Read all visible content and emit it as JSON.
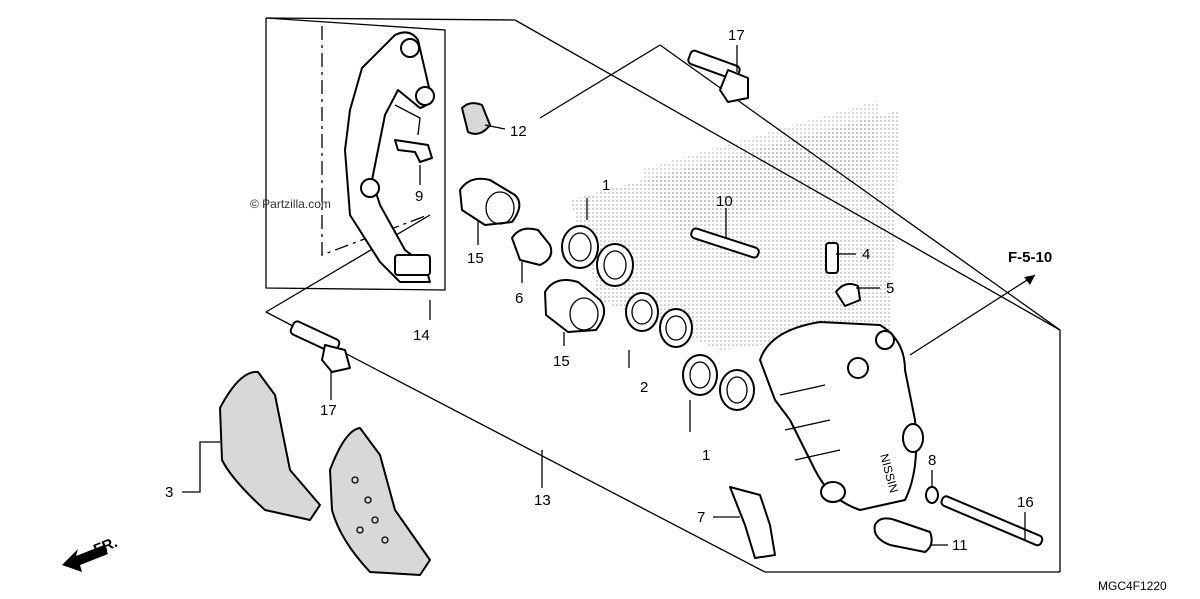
{
  "diagram": {
    "watermark": "© Partzilla.com",
    "diagram_code": "MGC4F1220",
    "reference_label": "F-5-10",
    "direction_label": "FR.",
    "callouts": {
      "c1a": "1",
      "c1b": "1",
      "c2": "2",
      "c3": "3",
      "c4": "4",
      "c5": "5",
      "c6": "6",
      "c7": "7",
      "c8": "8",
      "c9": "9",
      "c10": "10",
      "c11": "11",
      "c12": "12",
      "c13": "13",
      "c14": "14",
      "c15a": "15",
      "c15b": "15",
      "c16": "16",
      "c17a": "17",
      "c17b": "17"
    },
    "caliper_brand": "NISSIN"
  }
}
